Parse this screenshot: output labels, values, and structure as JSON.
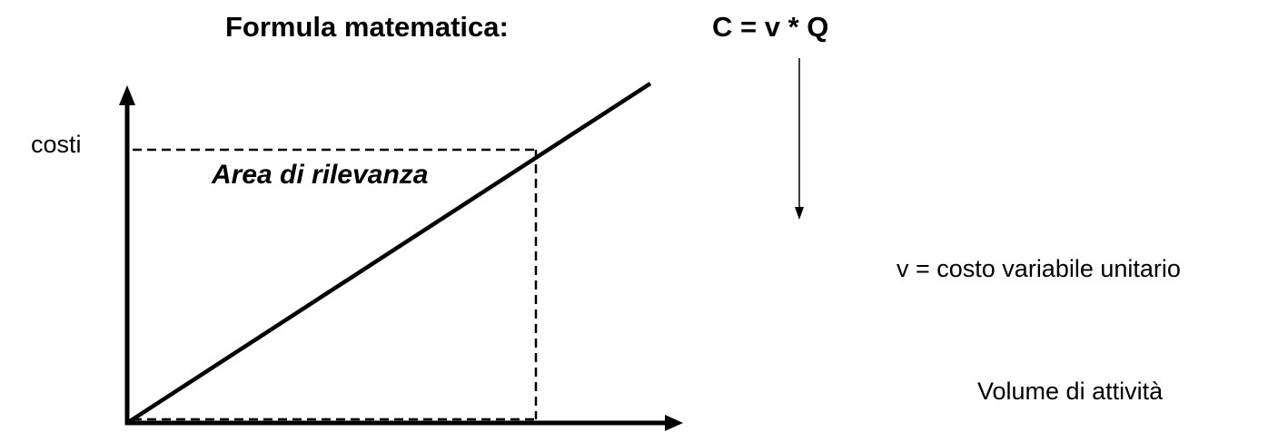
{
  "formula_label": "Formula matematica:",
  "formula": "C = v * Q",
  "y_axis_label": "costi",
  "relevance_label": "Area di rilevanza",
  "v_definition": "v = costo variabile unitario",
  "x_axis_label": "Volume di attività",
  "colors": {
    "ink": "#000000",
    "background": "#ffffff"
  }
}
